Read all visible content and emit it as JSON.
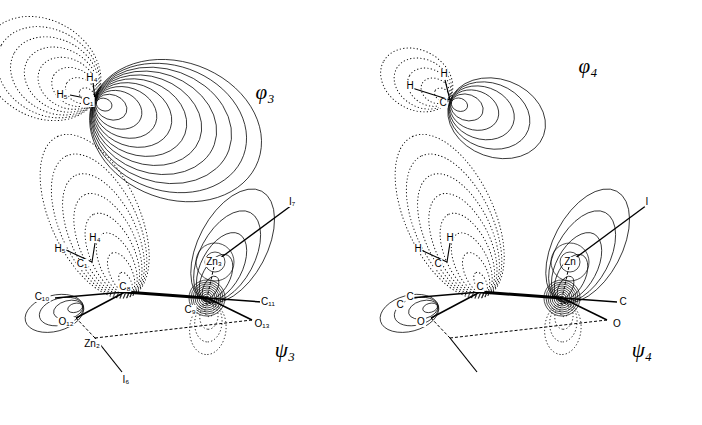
{
  "diagram": {
    "labels": [
      "H₅",
      "H₄",
      "C₁",
      "φ₃",
      "H",
      "H",
      "C",
      "φ₄",
      "H₄",
      "H₅",
      "C₁",
      "Zn₃",
      "I₇",
      "C₁₀",
      "C₈",
      "C₉",
      "C₁₁",
      "O₁₂",
      "O₁₃",
      "Zn₂",
      "I₆",
      "ψ₃",
      "H",
      "H",
      "C",
      "Zn",
      "I",
      "C",
      "C",
      "C",
      "O",
      "O",
      "C",
      "ψ₄"
    ]
  }
}
